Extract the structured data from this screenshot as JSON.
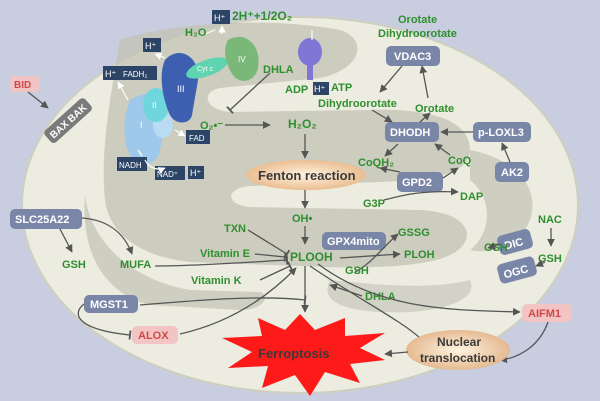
{
  "colors": {
    "background": "#c9cde0",
    "cell": "#ecece0",
    "mito": "#c2c2b4",
    "protein_box": "#7a86a8",
    "green_text": "#2f8f2f",
    "alert_box": "#f2c4c4",
    "ferroptosis": "#ff1a1a"
  },
  "proteins": {
    "bid": "BID",
    "bax_bak": "BAX BAK",
    "vdac3": "VDAC3",
    "dhodh": "DHODH",
    "p_loxl3": "p-LOXL3",
    "gpd2": "GPD2",
    "ak2": "AK2",
    "slc25a22": "SLC25A22",
    "gpx4mito": "GPX4mito",
    "mgst1": "MGST1",
    "alox": "ALOX",
    "aifm1": "AIFM1",
    "dic": "DIC",
    "ogc": "OGC"
  },
  "etc": {
    "complex_1": "I",
    "complex_2": "II",
    "complex_3": "III",
    "complex_4": "IV",
    "cyt_c": "Cyt c",
    "h_plus": "H⁺",
    "h2o": "H₂O",
    "o2_half": "2H⁺+1/2O₂",
    "fadh2": "FADH₂",
    "fad": "FAD",
    "nadh": "NADH",
    "nad_plus": "NAD⁺",
    "adp": "ADP",
    "atp": "ATP",
    "superoxide": "O₂•⁻"
  },
  "metabolites": {
    "orotate_top": "Orotate",
    "dihydroorotate_top": "Dihydroorotate",
    "dhla_top": "DHLA",
    "h2o2": "H₂O₂",
    "dihydroorotate_mid": "Dihydroorotate",
    "orotate_mid": "Orotate",
    "coqh2": "CoQH₂",
    "coq": "CoQ",
    "g3p": "G3P",
    "dap": "DAP",
    "oh_radical": "OH•",
    "txn": "TXN",
    "vitamin_e": "Vitamin E",
    "vitamin_k": "Vitamin K",
    "plooh": "PLOOH",
    "ploh": "PLOH",
    "gssg": "GSSG",
    "gsh_mito": "GSH",
    "dhla_bottom": "DHLA",
    "gsh_left": "GSH",
    "mufa": "MUFA",
    "nac": "NAC",
    "gsh_right": "GSH",
    "gsh_far_right": "GSH"
  },
  "process": {
    "fenton": "Fenton reaction",
    "ferroptosis": "Ferroptosis",
    "nuclear_translocation_line1": "Nuclear",
    "nuclear_translocation_line2": "translocation"
  }
}
